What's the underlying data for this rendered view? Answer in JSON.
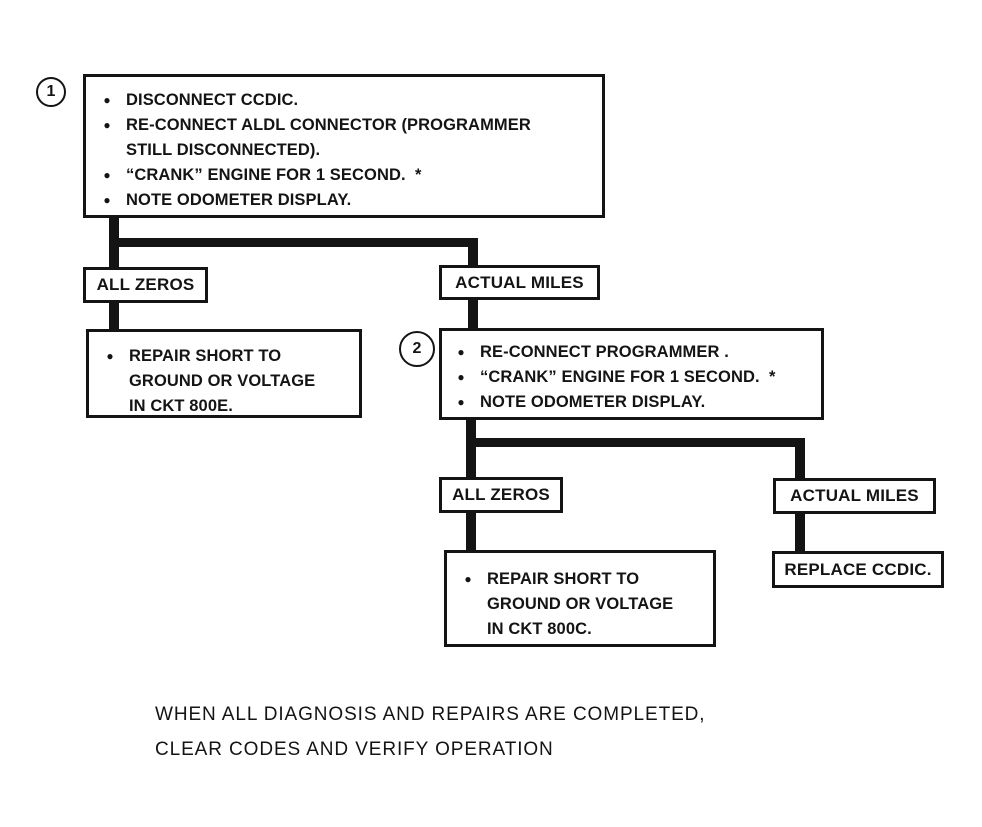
{
  "colors": {
    "ink": "#141414",
    "paper": "#ffffff"
  },
  "glyphs": {
    "bullet": "●"
  },
  "step1": {
    "number": "1",
    "items": [
      "DISCONNECT CCDIC.",
      "RE-CONNECT ALDL CONNECTOR (PROGRAMMER STILL DISCONNECTED).",
      "“CRANK” ENGINE FOR 1 SECOND.  *",
      "NOTE ODOMETER DISPLAY."
    ]
  },
  "branch1": {
    "left_label": "ALL ZEROS",
    "right_label": "ACTUAL MILES"
  },
  "repair_800e": {
    "text": "REPAIR SHORT TO GROUND OR VOLTAGE IN CKT 800E."
  },
  "step2": {
    "number": "2",
    "items": [
      "RE-CONNECT PROGRAMMER .",
      "“CRANK” ENGINE FOR 1 SECOND.  *",
      "NOTE ODOMETER DISPLAY."
    ]
  },
  "branch2": {
    "left_label": "ALL ZEROS",
    "right_label": "ACTUAL MILES"
  },
  "repair_800c": {
    "text": "REPAIR SHORT TO GROUND OR VOLTAGE IN CKT 800C."
  },
  "replace": {
    "text": "REPLACE CCDIC."
  },
  "footer": {
    "line1": "WHEN ALL DIAGNOSIS AND REPAIRS ARE COMPLETED,",
    "line2": "CLEAR CODES AND VERIFY OPERATION"
  }
}
